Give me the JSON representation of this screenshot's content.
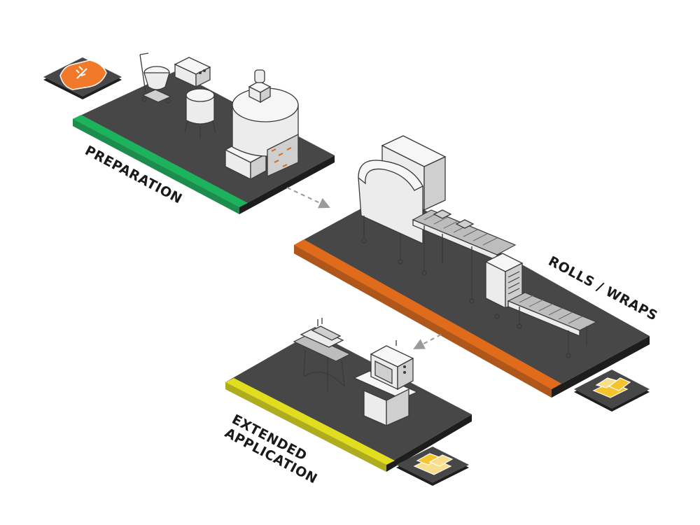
{
  "stages": [
    {
      "id": "preparation",
      "label": "PREPARATION",
      "color": "#1db35d",
      "icon": "flour-sack-icon"
    },
    {
      "id": "rolls-wraps",
      "label": "ROLLS / WRAPS",
      "color": "#e06b1a",
      "icon": "spring-rolls-icon"
    },
    {
      "id": "extended",
      "label": "EXTENDED\nAPPLICATION",
      "color": "#e0de1f",
      "icon": "wraps-stack-icon"
    }
  ],
  "colors": {
    "platform_top": "#474747",
    "platform_side": "#1d1d1d",
    "flow_arrow": "#9a9a9a",
    "icon_plate": "#474747",
    "icon_orange": "#f07a2a",
    "icon_yellow": "#f5c32c",
    "icon_pale_yellow": "#f7de8a"
  },
  "flow_arrows": [
    {
      "from": "preparation",
      "to": "rolls-wraps"
    },
    {
      "from": "rolls-wraps",
      "to": "extended"
    }
  ]
}
